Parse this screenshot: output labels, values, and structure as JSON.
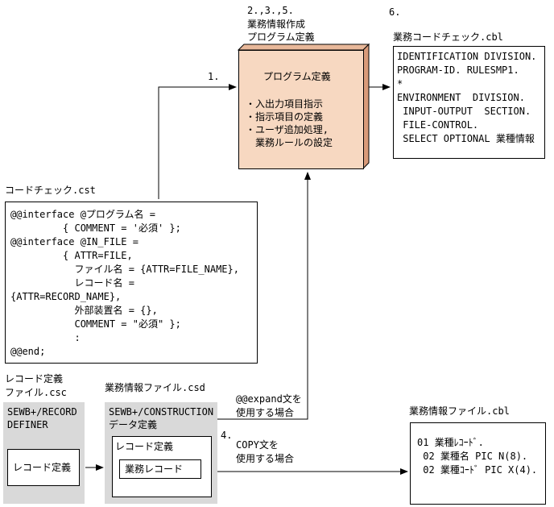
{
  "step_labels": {
    "top_number": "2.,3.,5.",
    "top_title_1": "業務情報作成",
    "top_title_2": "プログラム定義",
    "step6": "6.",
    "step1": "1.",
    "step4": "4."
  },
  "program_box": {
    "title": "プログラム定義",
    "items": [
      "・入出力項目指示",
      "・指示項目の定義",
      "・ユーザ追加処理,",
      "　業務ルールの設定"
    ]
  },
  "cbl_output": {
    "filename": "業務コードチェック.cbl",
    "lines": [
      "IDENTIFICATION DIVISION.",
      "PROGRAM-ID. RULESMP1.",
      "*",
      "ENVIRONMENT  DIVISION.",
      " INPUT-OUTPUT  SECTION.",
      " FILE-CONTROL.",
      " SELECT OPTIONAL 業種情報"
    ]
  },
  "cst_file": {
    "filename": "コードチェック.cst",
    "lines": [
      "@@interface @プログラム名 =",
      "         { COMMENT = '必須' };",
      "@@interface @IN_FILE =",
      "         { ATTR=FILE,",
      "           ファイル名 = {ATTR=FILE_NAME},",
      "           レコード名 =",
      "{ATTR=RECORD_NAME},",
      "           外部装置名 = {},",
      "           COMMENT = \"必須\" };",
      "           :",
      "@@end;"
    ]
  },
  "csc_file": {
    "label_1": "レコード定義",
    "label_2": "ファイル.csc",
    "tool_1": "SEWB+/RECORD",
    "tool_2": "DEFINER",
    "inner": "レコード定義"
  },
  "csd_file": {
    "label": "業務情報ファイル.csd",
    "tool_1": "SEWB+/CONSTRUCTION",
    "tool_2": "データ定義",
    "inner_title": "レコード定義",
    "inner_item": "業務レコード"
  },
  "expand_note": {
    "line_1": "@@expand文を",
    "line_2": "使用する場合"
  },
  "copy_note": {
    "line_1": "COPY文を",
    "line_2": "使用する場合"
  },
  "cbl_info": {
    "filename": "業務情報ファイル.cbl",
    "lines": [
      "01 業種ﾚｺｰﾄﾞ.",
      " 02 業種名 PIC N(8).",
      " 02 業種ｺｰﾄﾞ PIC X(4)."
    ]
  },
  "colors": {
    "program_fill": "#f7d8c1",
    "program_side": "#d99b7a",
    "gray_panel": "#d9d9d9"
  }
}
